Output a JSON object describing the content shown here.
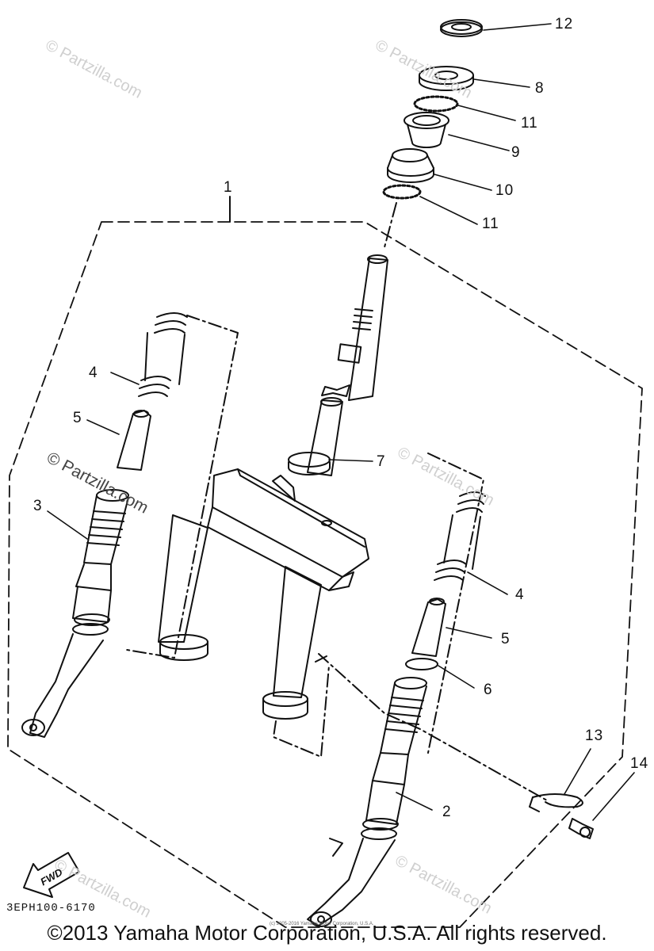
{
  "watermark": "© Partzilla.com",
  "callouts": {
    "c1": "1",
    "c2": "2",
    "c3": "3",
    "c4a": "4",
    "c4b": "4",
    "c5a": "5",
    "c5b": "5",
    "c6": "6",
    "c7": "7",
    "c8": "8",
    "c9": "9",
    "c10": "10",
    "c11a": "11",
    "c11b": "11",
    "c12": "12",
    "c13": "13",
    "c14": "14"
  },
  "fwd": "FWD",
  "diagram_code": "3EPH100-6170",
  "copyright": "©2013 Yamaha Motor Corporation, U.S.A. All rights reserved.",
  "copyright_small": "(c) 2005-2016 Yamaha Motor Corporation, U.S.A."
}
